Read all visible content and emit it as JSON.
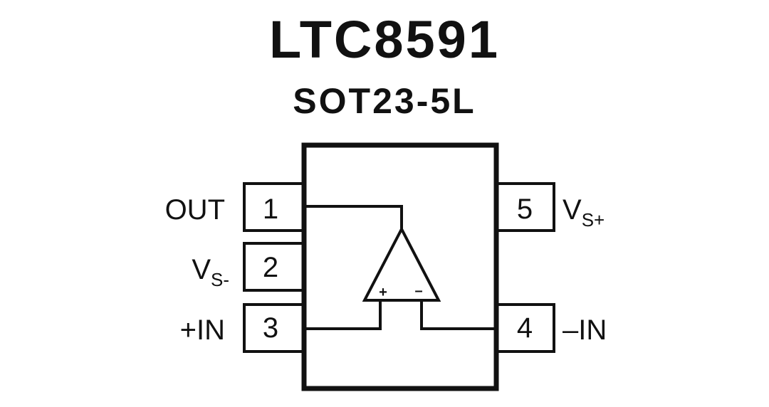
{
  "part_number": "LTC8591",
  "package": "SOT23-5L",
  "pins": [
    {
      "number": "1",
      "name": "OUT"
    },
    {
      "number": "2",
      "name": "V",
      "name_sub": "S-"
    },
    {
      "number": "3",
      "name": "+IN"
    },
    {
      "number": "4",
      "name": "–IN"
    },
    {
      "number": "5",
      "name": "V",
      "name_sub": "S+"
    }
  ],
  "amp": {
    "plus_sign": "+",
    "minus_sign": "–"
  }
}
